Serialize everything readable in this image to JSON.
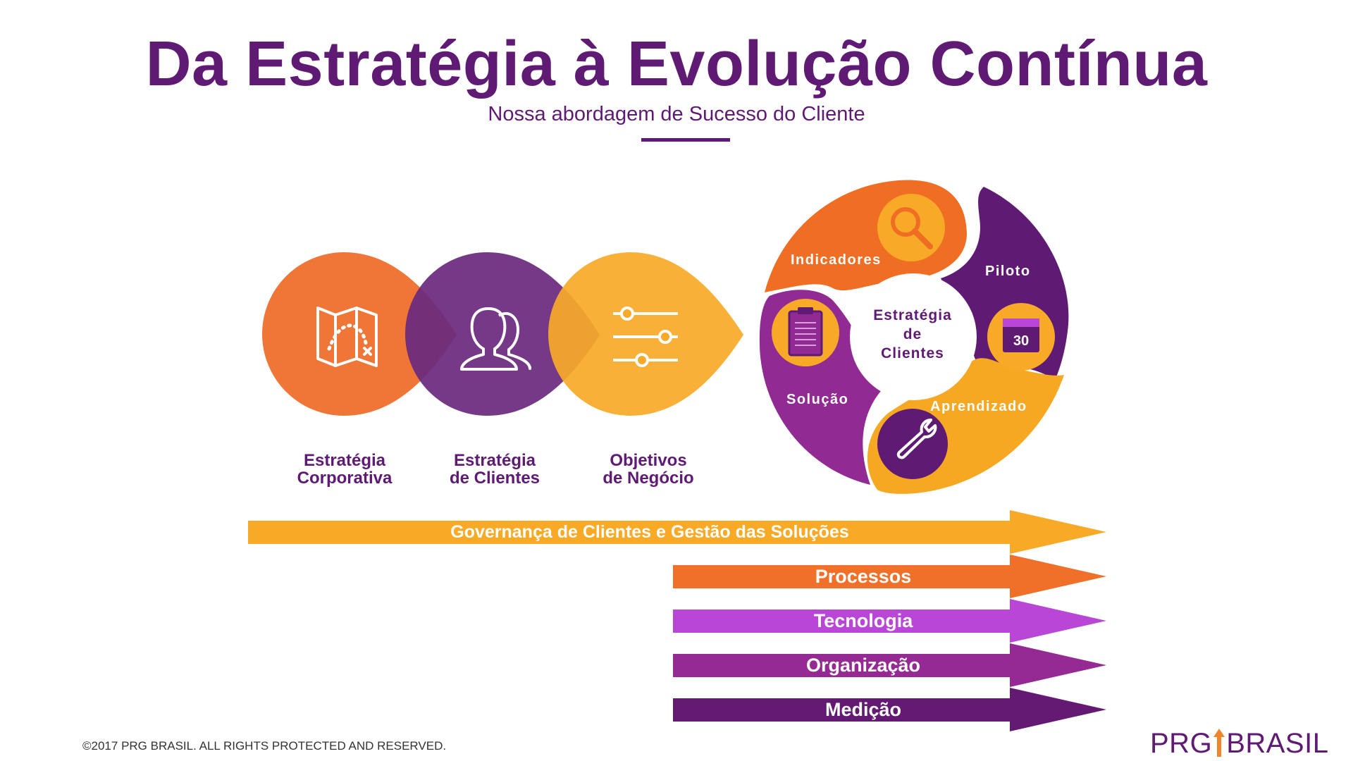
{
  "title": "Da Estratégia à Evolução Contínua",
  "subtitle": "Nossa abordagem de Sucesso do Cliente",
  "steps": [
    {
      "label": "Estratégia\nCorporativa",
      "color": "#ef7636",
      "icon": "map-icon"
    },
    {
      "label": "Estratégia\nde Clientes",
      "color": "#6b2a7e",
      "icon": "users-icon"
    },
    {
      "label": "Objetivos\nde Negócio",
      "color": "#f8a928",
      "icon": "sliders-icon"
    }
  ],
  "wheel": {
    "center": "Estratégia\nde\nClientes",
    "segments": [
      {
        "label": "Indicadores",
        "color": "#ef6e23",
        "icon": "magnifier-icon"
      },
      {
        "label": "Piloto",
        "color": "#5f1a74",
        "icon": "calendar-icon"
      },
      {
        "label": "Aprendizado",
        "color": "#f7a823",
        "icon": "wrench-icon"
      },
      {
        "label": "Solução",
        "color": "#922a93",
        "icon": "clipboard-icon"
      }
    ],
    "calendar_day": "30"
  },
  "arrows": [
    {
      "label": "Governança de Clientes e Gestão das Soluções",
      "color": "#f8a925"
    },
    {
      "label": "Processos",
      "color": "#f0702a"
    },
    {
      "label": "Tecnologia",
      "color": "#b946d6"
    },
    {
      "label": "Organização",
      "color": "#952a94"
    },
    {
      "label": "Medição",
      "color": "#641a73"
    }
  ],
  "footer": "©2017  PRG BRASIL. ALL RIGHTS PROTECTED AND RESERVED.",
  "logo": {
    "left": "PRG",
    "right": "BRASIL",
    "arrow_color": "#f0842a",
    "text_color": "#5f1a74"
  }
}
